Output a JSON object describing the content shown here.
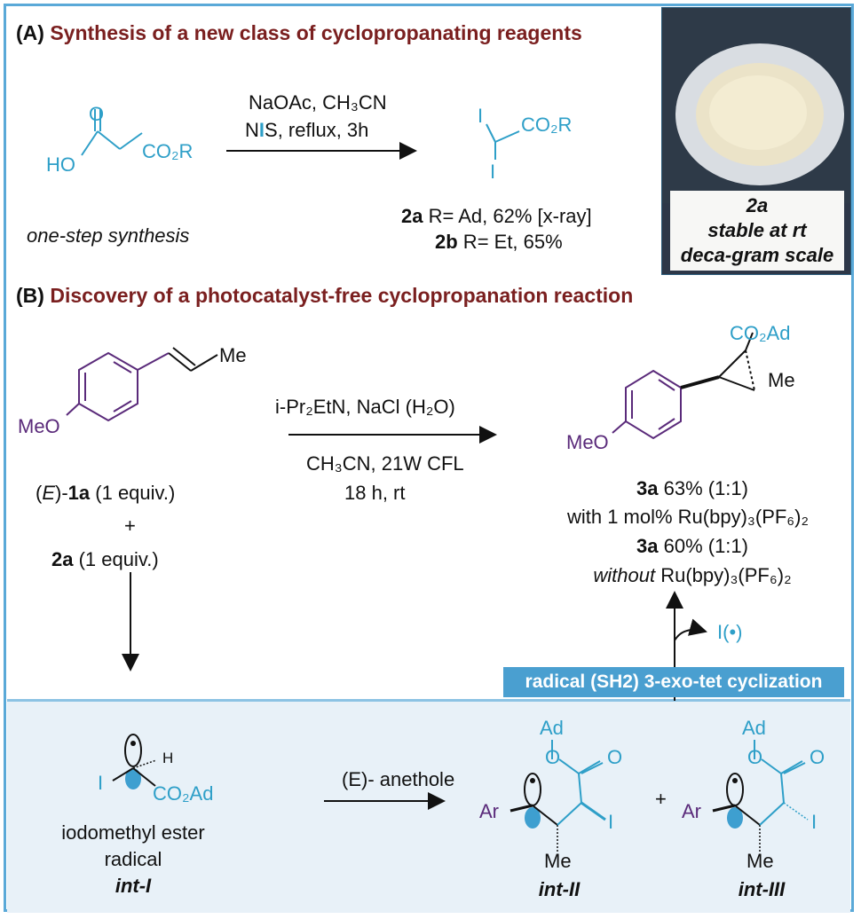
{
  "colors": {
    "frame": "#5aa9d8",
    "heading_title": "#7a1f1f",
    "reagent_blue": "#2e9fc8",
    "aryl_purple": "#5a2a7a",
    "banner": "#4a9fd0",
    "panel": "#e8f1f8"
  },
  "sectionA": {
    "label": "(A)",
    "title": "Synthesis of a new class of cyclopropanating reagents",
    "malonic": {
      "o": "O",
      "ho": "HO",
      "co2r": "CO₂R"
    },
    "conditions_line1": "NaOAc, CH₃CN",
    "conditions_line2_pre": "N",
    "conditions_line2_I": "I",
    "conditions_line2_post": "S, reflux, 3h",
    "product": {
      "i_top": "I",
      "i_bottom": "I",
      "co2r": "CO₂R"
    },
    "one_step": "one-step synthesis",
    "yield_2a_bold": "2a",
    "yield_2a_text": " R= Ad, 62% [x-ray]",
    "yield_2b_bold": "2b",
    "yield_2b_text": " R= Et, 65%",
    "photo_caption": [
      "2a",
      "stable at rt",
      "deca-gram scale"
    ]
  },
  "sectionB": {
    "label": "(B)",
    "title": "Discovery of a photocatalyst-free cyclopropanation reaction",
    "anethole": {
      "meo": "MeO",
      "me": "Me"
    },
    "reactant1_pre": "(",
    "reactant1_E": "E",
    "reactant1_mid": ")-",
    "reactant1_bold": "1a",
    "reactant1_post": " (1 equiv.)",
    "plus": "+",
    "reactant2_bold": "2a",
    "reactant2_post": " (1 equiv.)",
    "cond1": "i-Pr₂EtN, NaCl (H₂O)",
    "cond2": "CH₃CN, 21W CFL",
    "cond3": "18 h, rt",
    "product": {
      "co2ad": "CO₂Ad",
      "me": "Me",
      "meo": "MeO"
    },
    "result1_bold": "3a",
    "result1_text": "  63% (1:1)",
    "result2": "with 1 mol% Ru(bpy)₃(PF₆)₂",
    "result3_bold": "3a",
    "result3_text": "  60% (1:1)",
    "result4_italic": "without",
    "result4_text": " Ru(bpy)₃(PF₆)₂",
    "radical_loss": "I(•)",
    "banner": "radical (SH2) 3-exo-tet cyclization"
  },
  "mechanism": {
    "intI": {
      "h": "H",
      "i": "I",
      "co2ad": "CO₂Ad",
      "name1": "iodomethyl ester",
      "name2": "radical",
      "label": "int-I"
    },
    "arrow_label": "(E)- anethole",
    "intII": {
      "ad": "Ad",
      "o": "O",
      "o2": "O",
      "ar": "Ar",
      "i": "I",
      "me": "Me",
      "label": "int-II"
    },
    "plus": "+",
    "intIII": {
      "ad": "Ad",
      "o": "O",
      "o2": "O",
      "ar": "Ar",
      "i": "I",
      "me": "Me",
      "label": "int-III"
    }
  }
}
